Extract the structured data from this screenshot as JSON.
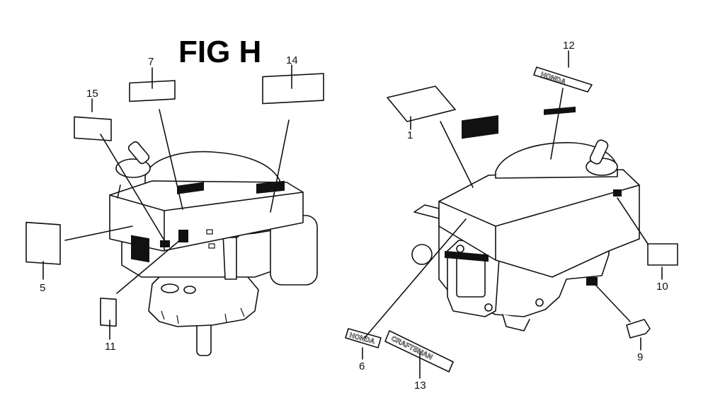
{
  "figure": {
    "title": "FIG H"
  },
  "callouts": [
    {
      "id": "c1",
      "label": "1"
    },
    {
      "id": "c5",
      "label": "5"
    },
    {
      "id": "c6",
      "label": "6"
    },
    {
      "id": "c7",
      "label": "7"
    },
    {
      "id": "c9",
      "label": "9"
    },
    {
      "id": "c10",
      "label": "10"
    },
    {
      "id": "c11",
      "label": "11"
    },
    {
      "id": "c12",
      "label": "12"
    },
    {
      "id": "c13",
      "label": "13"
    },
    {
      "id": "c14",
      "label": "14"
    },
    {
      "id": "c15",
      "label": "15"
    }
  ],
  "decals": {
    "honda_top": "HONDA",
    "honda_small": "HONDA",
    "craftsman": "CRAFTSMAN"
  }
}
